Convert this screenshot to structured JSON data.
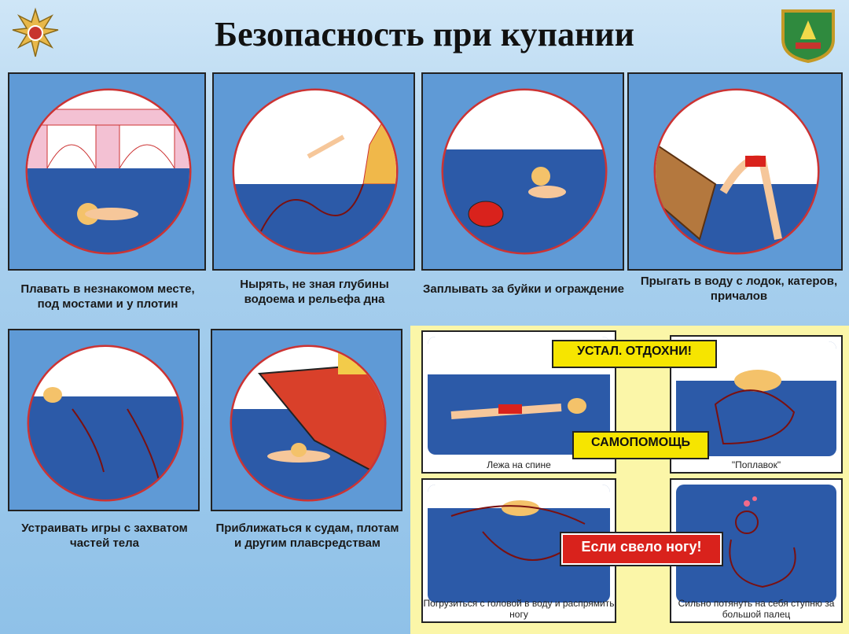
{
  "title": "Безопасность при купании",
  "colors": {
    "water": "#2c5aa8",
    "sky": "#ffffff",
    "accent_red": "#d9221c",
    "tag_yellow": "#f6e500",
    "panel_bg": "#5f9ad6"
  },
  "icons": [
    "emchs-emblem-icon",
    "region-coat-of-arms-icon"
  ],
  "panels": [
    {
      "caption": "Плавать в незнакомом месте, под мостами и у плотин"
    },
    {
      "caption": "Нырять, не зная глубины водоема и рельефа дна"
    },
    {
      "caption": "Заплывать за буйки и ограждение"
    },
    {
      "caption": "Прыгать в воду с лодок, катеров, причалов"
    },
    {
      "caption": "Устраивать игры с захватом частей тела"
    },
    {
      "caption": "Приближаться к судам, плотам и другим плавсредствам"
    }
  ],
  "selfhelp": {
    "tired_tag": "УСТАЛ.  ОТДОХНИ!",
    "selfhelp_tag": "САМОПОМОЩЬ",
    "cramp_tag": "Если свело ногу!",
    "captions": [
      "Лежа на спине",
      "\"Поплавок\"",
      "Погрузиться с головой в воду и распрямить ногу",
      "Сильно потянуть на себя ступню за большой палец"
    ]
  }
}
